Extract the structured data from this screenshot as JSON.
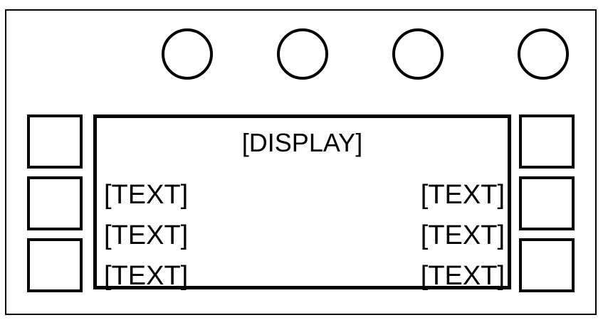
{
  "panel": {
    "name": "device-control-panel-wireframe",
    "outline_color": "#000000",
    "background_color": "#ffffff"
  },
  "top_knobs": [
    {
      "label": "",
      "name": "knob-1"
    },
    {
      "label": "",
      "name": "knob-2"
    },
    {
      "label": "",
      "name": "knob-3"
    },
    {
      "label": "",
      "name": "knob-4"
    }
  ],
  "left_softkeys": [
    {
      "label": "",
      "name": "left-softkey-1"
    },
    {
      "label": "",
      "name": "left-softkey-2"
    },
    {
      "label": "",
      "name": "left-softkey-3"
    }
  ],
  "right_softkeys": [
    {
      "label": "",
      "name": "right-softkey-1"
    },
    {
      "label": "",
      "name": "right-softkey-2"
    },
    {
      "label": "",
      "name": "right-softkey-3"
    }
  ],
  "display": {
    "title": "[DISPLAY]",
    "rows": [
      {
        "left": "[TEXT]",
        "right": "[TEXT]"
      },
      {
        "left": "[TEXT]",
        "right": "[TEXT]"
      },
      {
        "left": "[TEXT]",
        "right": "[TEXT]"
      }
    ]
  }
}
